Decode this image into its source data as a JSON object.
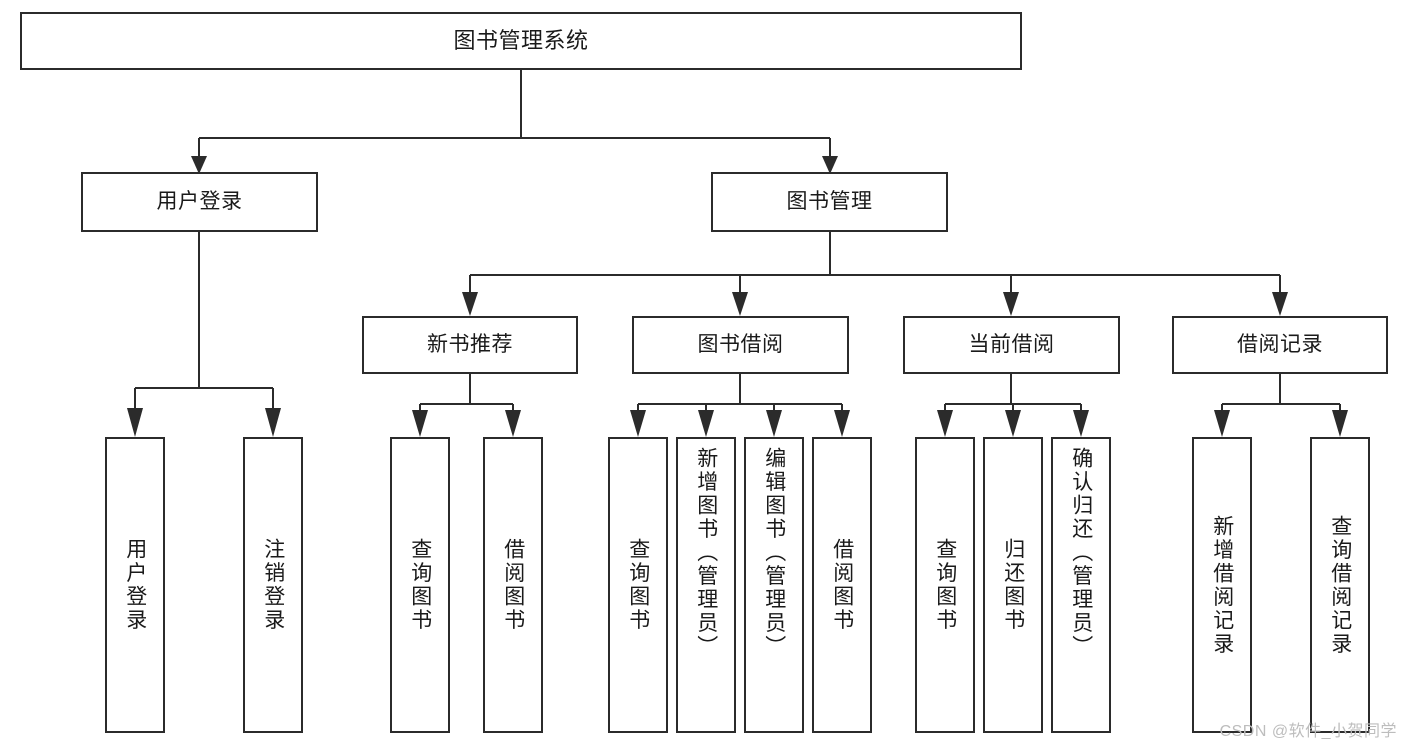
{
  "diagram": {
    "title": "图书管理系统",
    "type": "functional-decomposition-tree",
    "root": {
      "id": "root",
      "label": "图书管理系统"
    },
    "level2": [
      {
        "id": "user-login",
        "label": "用户登录"
      },
      {
        "id": "book-manage",
        "label": "图书管理"
      }
    ],
    "level3": [
      {
        "id": "new-book-rec",
        "label": "新书推荐"
      },
      {
        "id": "book-borrow",
        "label": "图书借阅"
      },
      {
        "id": "current-borrow",
        "label": "当前借阅"
      },
      {
        "id": "borrow-record",
        "label": "借阅记录"
      }
    ],
    "leaves": {
      "user_login": [
        {
          "id": "leaf-user-login",
          "label": "用户登录"
        },
        {
          "id": "leaf-logout",
          "label": "注销登录"
        }
      ],
      "new_book_rec": [
        {
          "id": "leaf-query-book-1",
          "label": "查询图书"
        },
        {
          "id": "leaf-borrow-book-1",
          "label": "借阅图书"
        }
      ],
      "book_borrow": [
        {
          "id": "leaf-query-book-2",
          "label": "查询图书"
        },
        {
          "id": "leaf-add-book",
          "label": "新增图书（管理员）"
        },
        {
          "id": "leaf-edit-book",
          "label": "编辑图书（管理员）"
        },
        {
          "id": "leaf-borrow-book-2",
          "label": "借阅图书"
        }
      ],
      "current_borrow": [
        {
          "id": "leaf-query-book-3",
          "label": "查询图书"
        },
        {
          "id": "leaf-return-book",
          "label": "归还图书"
        },
        {
          "id": "leaf-confirm-return",
          "label": "确认归还（管理员）"
        }
      ],
      "borrow_record": [
        {
          "id": "leaf-add-record",
          "label": "新增借阅记录"
        },
        {
          "id": "leaf-query-record",
          "label": "查询借阅记录"
        }
      ]
    }
  },
  "watermark": {
    "text": "CSDN @软件_小贺同学"
  },
  "colors": {
    "stroke": "#2b2b2b",
    "background": "#ffffff",
    "text": "#1a1a1a",
    "watermark": "#bdbdbd"
  }
}
